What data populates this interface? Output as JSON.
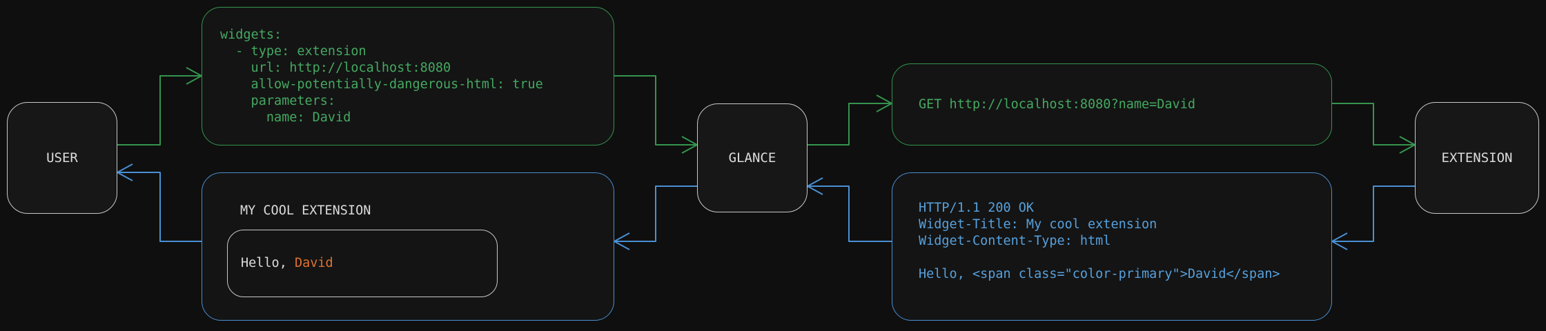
{
  "nodes": {
    "user": "USER",
    "glance": "GLANCE",
    "extension": "EXTENSION"
  },
  "config_box": {
    "lines": [
      "widgets:",
      "  - type: extension",
      "    url: http://localhost:8080",
      "    allow-potentially-dangerous-html: true",
      "    parameters:",
      "      name: David"
    ]
  },
  "request_box": {
    "text": "GET http://localhost:8080?name=David"
  },
  "response_box": {
    "lines": [
      "HTTP/1.1 200 OK",
      "Widget-Title: My cool extension",
      "Widget-Content-Type: html",
      "",
      "Hello, <span class=\"color-primary\">David</span>"
    ]
  },
  "widget_box": {
    "title": "MY COOL EXTENSION",
    "greeting_prefix": "Hello, ",
    "greeting_name": "David"
  },
  "colors": {
    "background": "#0f0f0f",
    "box_fill": "#141414",
    "node_fill": "#171717",
    "node_border": "#c9c9c9",
    "text_light": "#dcdcdc",
    "green_line": "#35954e",
    "green_text": "#45a861",
    "blue_line": "#4a90d4",
    "blue_text": "#57a0dc",
    "orange": "#e0722f"
  }
}
